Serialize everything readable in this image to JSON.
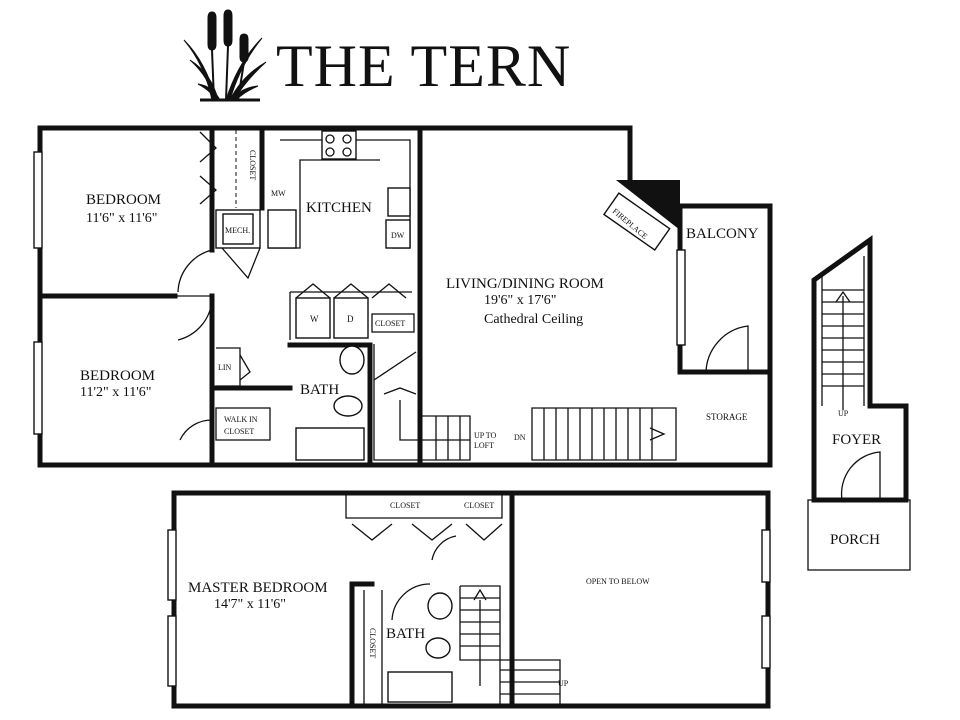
{
  "title": "THE TERN",
  "rooms": {
    "bedroom1": {
      "name": "BEDROOM",
      "dim": "11'6\" x 11'6\""
    },
    "bedroom2": {
      "name": "BEDROOM",
      "dim": "11'2\" x 11'6\""
    },
    "kitchen": {
      "name": "KITCHEN"
    },
    "living": {
      "name": "LIVING/DINING  ROOM",
      "dim": "19'6\" x 17'6\"",
      "note": "Cathedral Ceiling"
    },
    "bath_main": {
      "name": "BATH"
    },
    "balcony": {
      "name": "BALCONY"
    },
    "storage": {
      "name": "STORAGE"
    },
    "foyer": {
      "name": "FOYER"
    },
    "porch": {
      "name": "PORCH"
    },
    "master": {
      "name": "MASTER BEDROOM",
      "dim": "14'7\" x 11'6\""
    },
    "bath_upper": {
      "name": "BATH"
    },
    "open_below": {
      "name": "OPEN TO BELOW"
    }
  },
  "labels": {
    "closet_bed1": "CLOSET",
    "mech": "MECH.",
    "mw": "MW",
    "dw": "DW",
    "washer": "W",
    "dryer": "D",
    "closet_laundry": "CLOSET",
    "lin": "LIN",
    "walk_in_1": "WALK IN",
    "walk_in_2": "CLOSET",
    "fireplace": "FIREPLACE",
    "up_to_1": "UP TO",
    "up_to_2": "LOFT",
    "dn": "DN",
    "up_foyer": "UP",
    "closet_upper1": "CLOSET",
    "closet_upper2": "CLOSET",
    "closet_master": "CLOSET",
    "up_upper": "UP"
  },
  "colors": {
    "ink": "#111111",
    "paper": "#ffffff"
  }
}
